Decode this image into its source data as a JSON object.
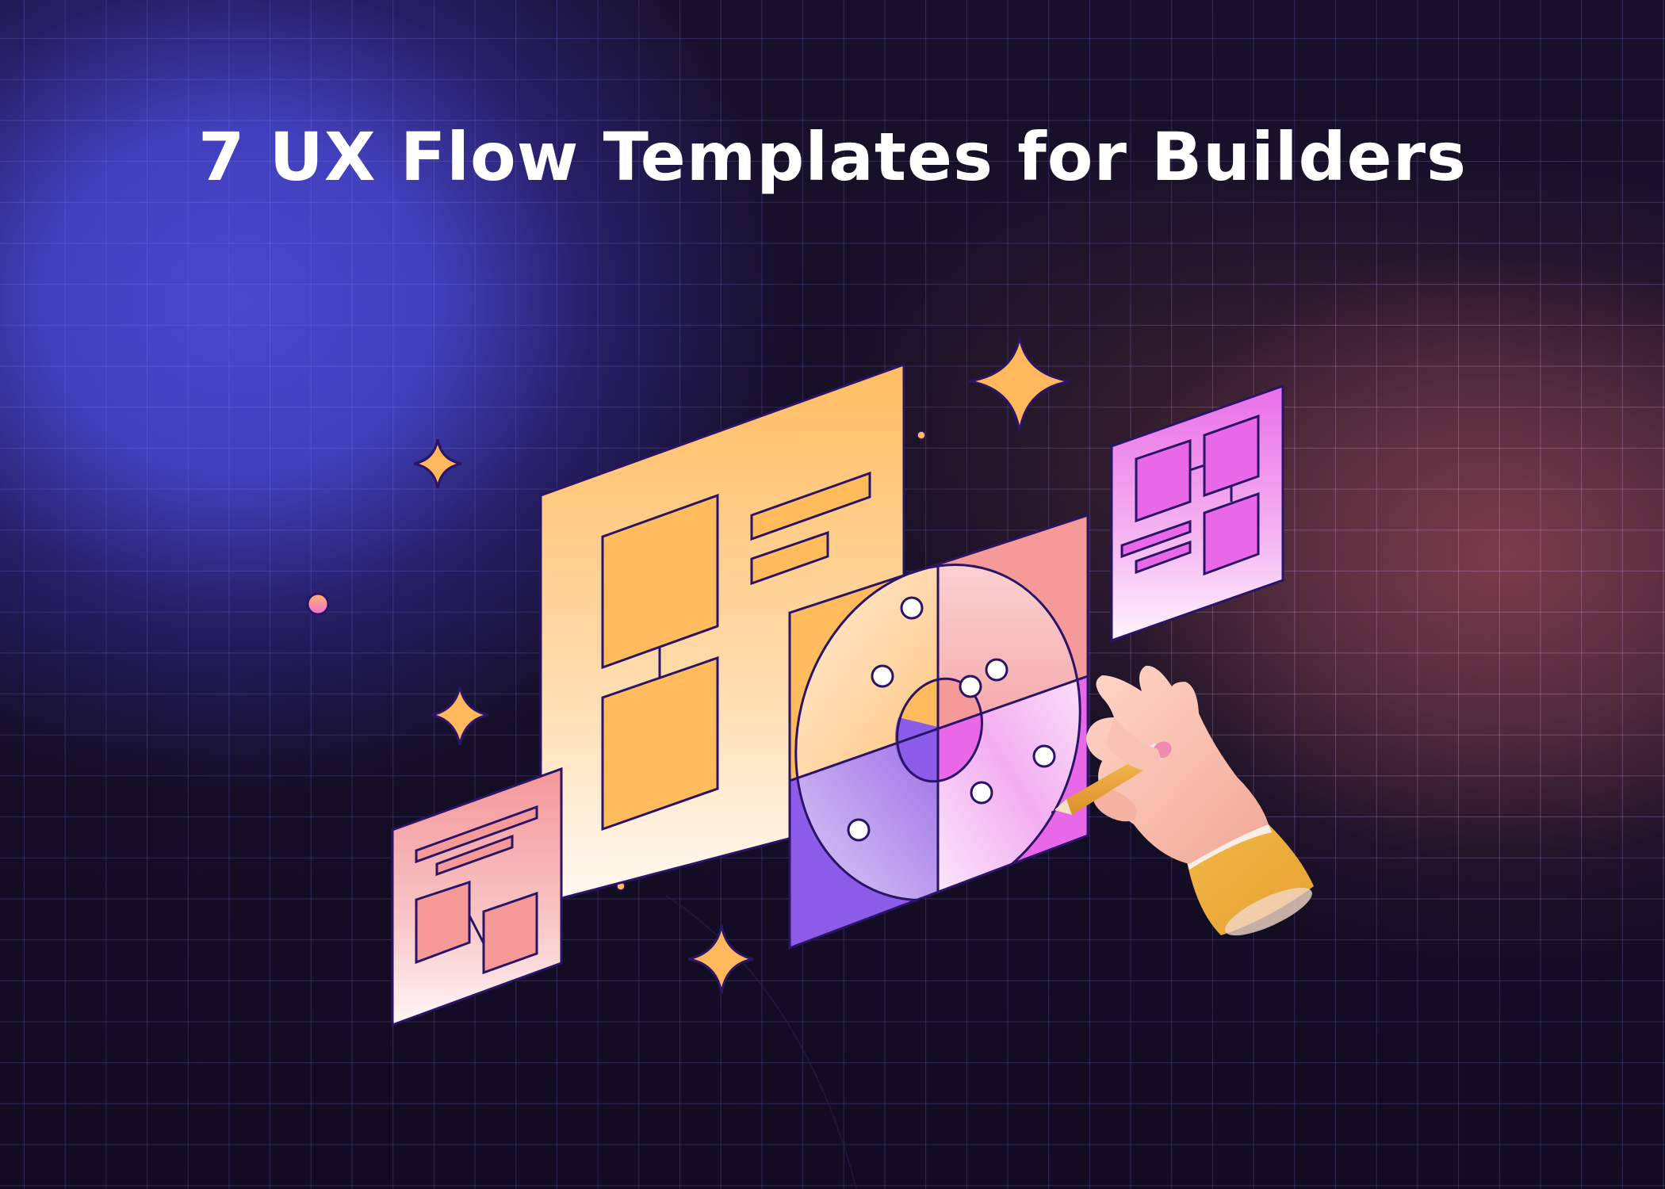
{
  "header": {
    "title": "7 UX Flow Templates for Builders"
  },
  "colors": {
    "background_dark": "#120d24",
    "glow_blue": "#4444bb",
    "glow_warm": "#7a3c4c",
    "outline": "#2a1466",
    "orange": "#ffbb5c",
    "salmon": "#f59a98",
    "pink_magenta": "#e868e8",
    "purple": "#8b5ce8",
    "sparkle": "#ffb85c",
    "text": "#ffffff"
  },
  "illustration": {
    "panels": [
      {
        "name": "wireframe-panel-large",
        "color": "orange"
      },
      {
        "name": "target-chart-panel",
        "color": "multi"
      },
      {
        "name": "wireframe-panel-right",
        "color": "pink_magenta"
      },
      {
        "name": "wireframe-panel-left",
        "color": "salmon"
      }
    ],
    "sparkles": 4,
    "hand": "hand-holding-pencil-icon"
  }
}
